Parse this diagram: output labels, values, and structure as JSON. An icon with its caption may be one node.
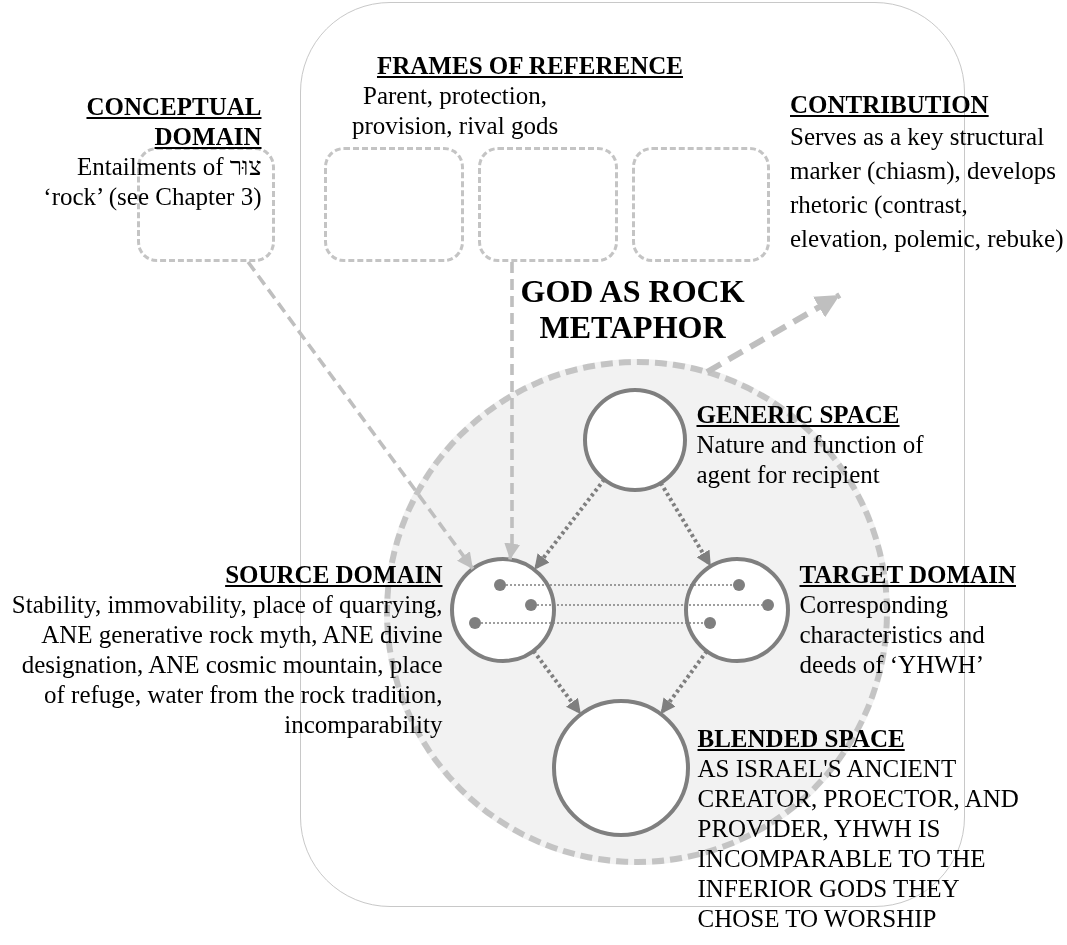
{
  "diagram": {
    "nodes": [
      {
        "text": [],
        "shape": "box"
      },
      {
        "text": [
          "CONCEPTUAL DOMAIN",
          "Entailments of צוּר ‘rock’ (see Chapter 3)"
        ]
      },
      {
        "text": [],
        "shape": "box",
        "in": 0
      },
      {
        "text": [
          "FRAMES OF REFERENCE",
          "Parent, protection, provision, rival gods"
        ],
        "in": 0
      },
      {
        "text": [],
        "shape": "box",
        "in": 0
      },
      {
        "text": [
          "CONTRIBUTION",
          "Serves as a key structural marker (chiasm), develops rhetoric (contrast, elevation, polemic, rebuke)"
        ]
      },
      {
        "text": [
          "GOD AS ROCK METAPHOR"
        ],
        "in": 0
      },
      {
        "text": [
          "GENERIC SPACE",
          "Nature and function of agent for recipient"
        ],
        "in": 6
      },
      {
        "text": [
          "SOURCE DOMAIN",
          "Stability, immovability, place of quarrying, ANE generative rock myth, ANE divine designation, ANE cosmic mountain, place of refuge, water from the rock tradition, incomparability"
        ],
        "in": 6
      },
      {
        "text": [
          "TARGET DOMAIN",
          "Corresponding characteristics and deeds of ‘YHWH’"
        ],
        "in": 6
      },
      {
        "text": [
          "BLENDED SPACE",
          "AS ISRAEL'S ANCIENT CREATOR, PROECTOR, AND PROVIDER, YHWH IS INCOMPARABLE TO THE INFERIOR GODS THEY CHOSE TO WORSHIP"
        ],
        "in": 6
      },
      {
        "text": [],
        "shape": "circle",
        "in": 8
      },
      {
        "text": [],
        "shape": "circle",
        "in": 8
      },
      {
        "text": [],
        "shape": "circle",
        "in": 8
      },
      {
        "text": [],
        "shape": "circle",
        "in": 9
      },
      {
        "text": [],
        "shape": "circle",
        "in": 9
      },
      {
        "text": [],
        "shape": "circle",
        "in": 9
      }
    ],
    "edges": [
      {
        "from": 1,
        "to": 8,
        "arrow": "to",
        "style": "dashed",
        "color": "#bfbfbf"
      },
      {
        "from": 3,
        "to": 8,
        "arrow": "to",
        "style": "dashed",
        "color": "#bfbfbf"
      },
      {
        "from": 6,
        "to": 5,
        "arrow": "to",
        "style": "dashed",
        "color": "#bfbfbf"
      },
      {
        "from": 7,
        "to": 8,
        "arrow": "to"
      },
      {
        "from": 7,
        "to": 9,
        "arrow": "to"
      },
      {
        "from": 8,
        "to": 10,
        "arrow": "to"
      },
      {
        "from": 9,
        "to": 10,
        "arrow": "to"
      },
      {
        "from": 11,
        "to": 14,
        "arrow": "none",
        "style": "dashed"
      },
      {
        "from": 12,
        "to": 15,
        "arrow": "none",
        "style": "dashed"
      },
      {
        "from": 13,
        "to": 16,
        "arrow": "none",
        "style": "dashed"
      }
    ]
  }
}
